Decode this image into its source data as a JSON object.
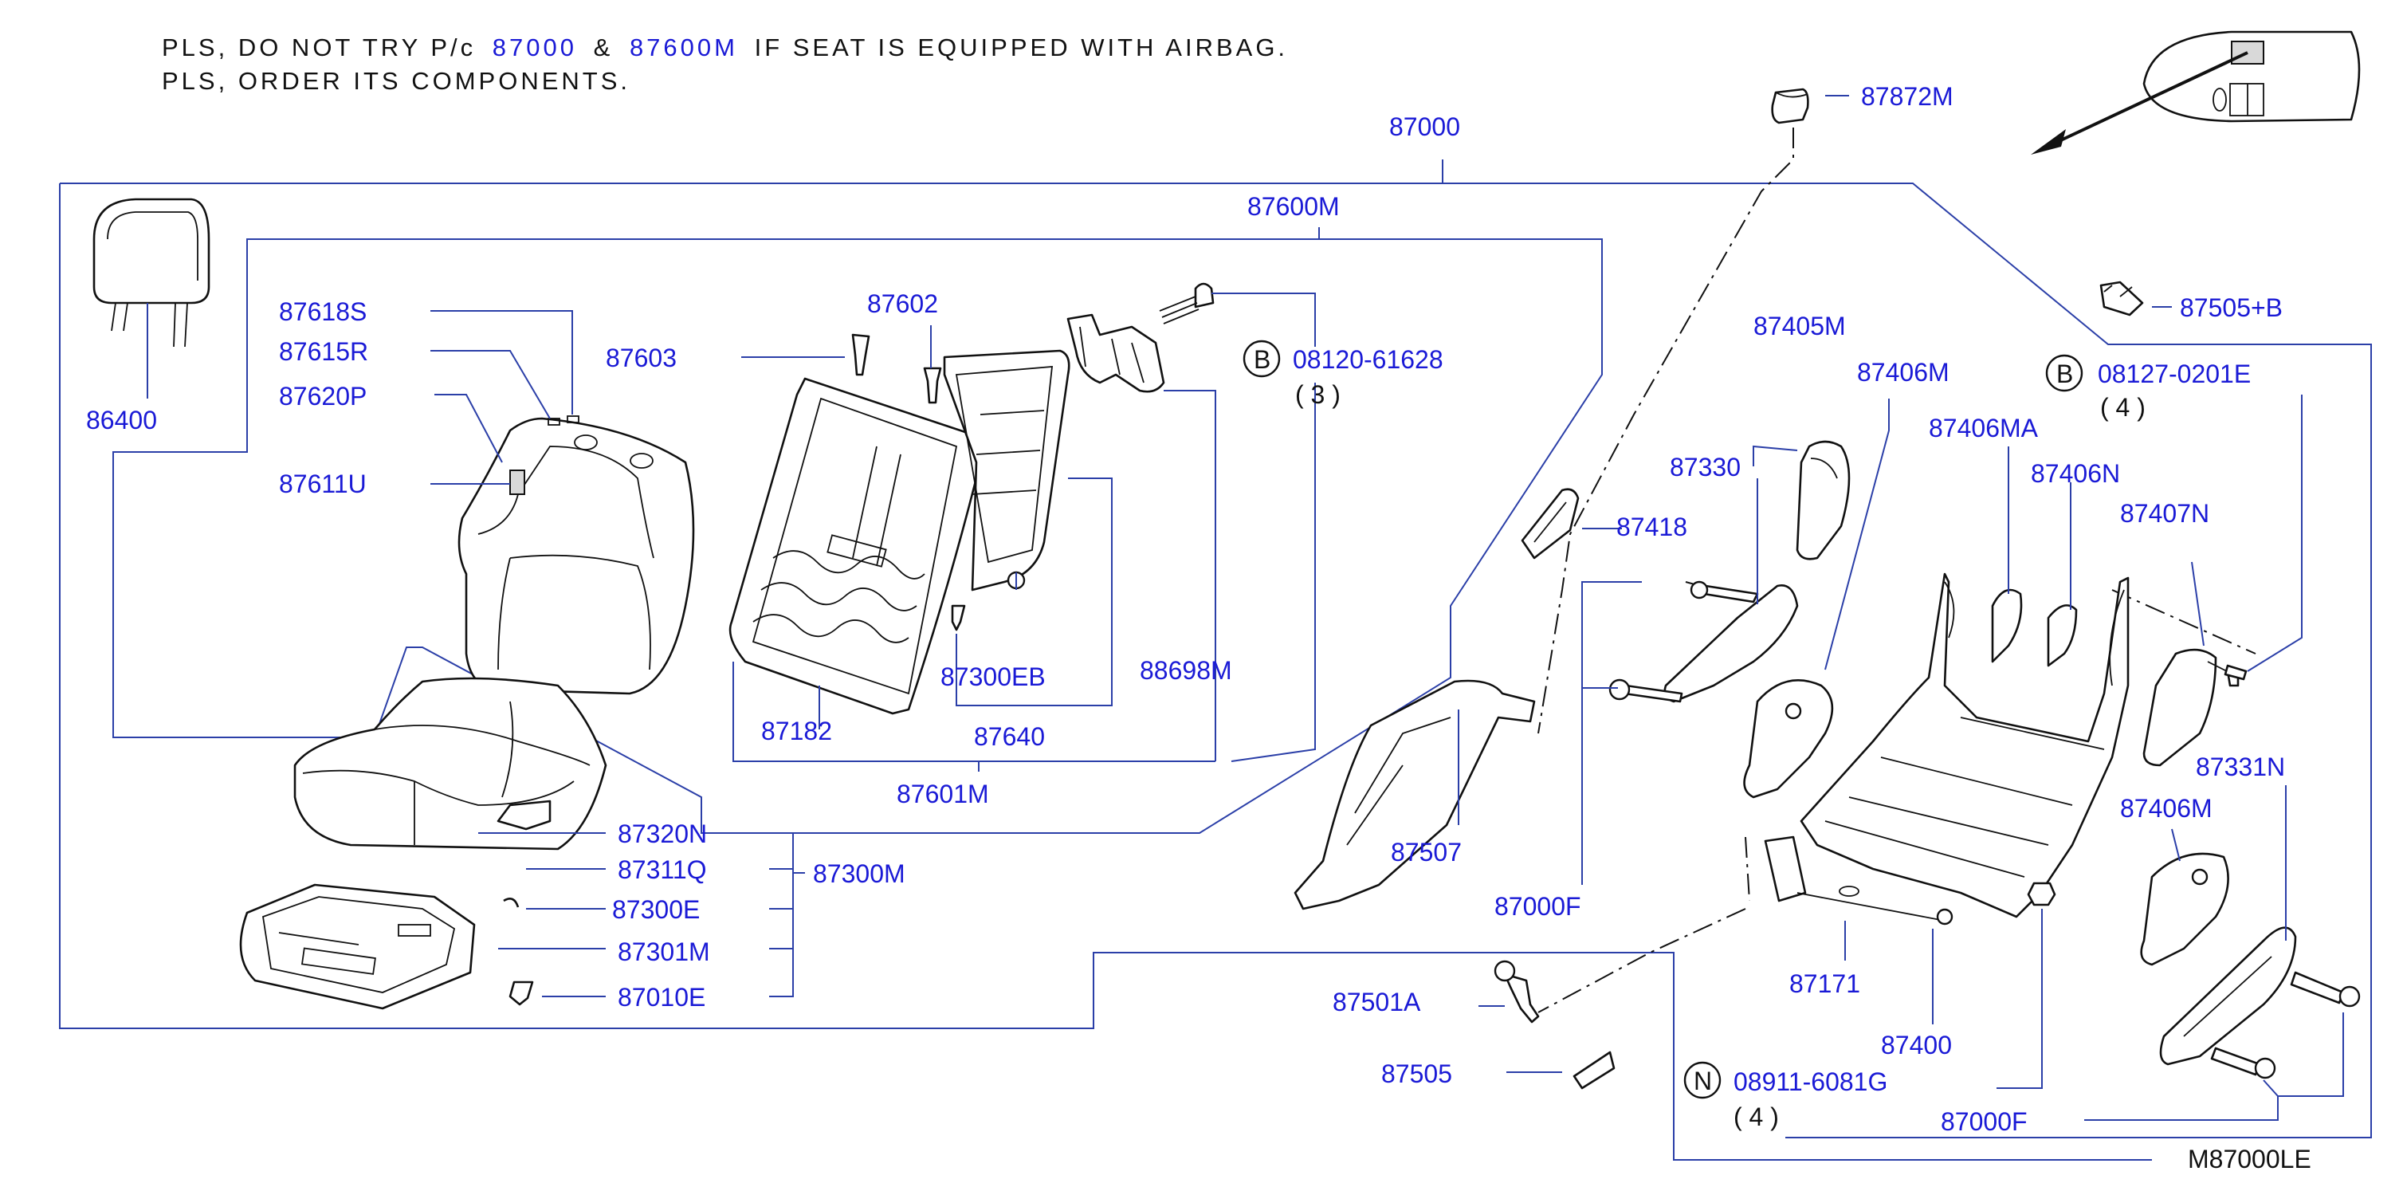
{
  "note": {
    "line1_a": "PLS, DO NOT TRY P/c",
    "line1_part1": "87000",
    "line1_amp": "&",
    "line1_part2": "87600M",
    "line1_b": "IF SEAT IS EQUIPPED WITH AIRBAG.",
    "line2": "PLS, ORDER ITS COMPONENTS."
  },
  "drawing_code": "M87000LE",
  "colors": {
    "callout": "#1a1ad6",
    "frame": "#2b3fa8",
    "ink": "#111111"
  },
  "callouts": {
    "p87000": "87000",
    "p87600M": "87600M",
    "p87872M": "87872M",
    "p87505B": "87505+B",
    "p87618S": "87618S",
    "p87615R": "87615R",
    "p87620P": "87620P",
    "p87611U": "87611U",
    "p86400": "86400",
    "p87603": "87603",
    "p87602": "87602",
    "p08120": "08120-61628",
    "p08120_qty": "( 3 )",
    "p87405M": "87405M",
    "p87406M_top": "87406M",
    "p08127": "08127-0201E",
    "p08127_qty": "( 4 )",
    "p87406MA": "87406MA",
    "p87406N": "87406N",
    "p87330": "87330",
    "p87418": "87418",
    "p87407N": "87407N",
    "p87300EB": "87300EB",
    "p88698M": "88698M",
    "p87182": "87182",
    "p87640": "87640",
    "p87601M": "87601M",
    "p87320N": "87320N",
    "p87311Q": "87311Q",
    "p87300M": "87300M",
    "p87300E": "87300E",
    "p87301M": "87301M",
    "p87010E": "87010E",
    "p87507": "87507",
    "p87000F_mid": "87000F",
    "p87331N": "87331N",
    "p87406M_low": "87406M",
    "p87501A": "87501A",
    "p87171": "87171",
    "p87400": "87400",
    "p87505": "87505",
    "p08911": "08911-6081G",
    "p08911_qty": "( 4 )",
    "p87000F_low": "87000F"
  },
  "bolt_marks": {
    "b1": "B",
    "b2": "B",
    "n1": "N"
  }
}
